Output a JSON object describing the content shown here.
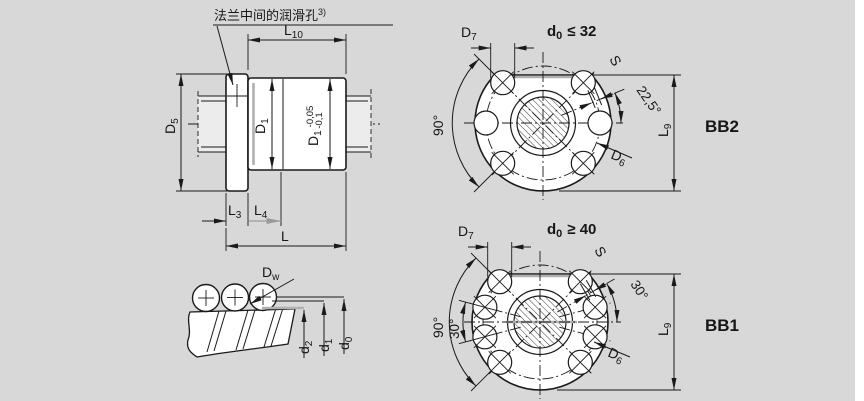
{
  "colors": {
    "background": "#d8d8d8",
    "line": "#1a1a1a",
    "highlight_gray": "#b0b0b0",
    "margin_strip": "#ffffff"
  },
  "note": {
    "text": "法兰中间的润滑孔",
    "sup": "3)"
  },
  "views": {
    "bb2": {
      "name": "BB2",
      "cond_base": "d",
      "cond_sub": "0",
      "cond_rest": "≤ 32"
    },
    "bb1": {
      "name": "BB1",
      "cond_base": "d",
      "cond_sub": "0",
      "cond_rest": "≥ 40"
    }
  },
  "labels": {
    "L10": {
      "base": "L",
      "sub": "10"
    },
    "D5": {
      "base": "D",
      "sub": "5"
    },
    "D1": {
      "base": "D",
      "sub": "1"
    },
    "D1tol": {
      "base": "D",
      "sub": "1",
      "tol_top": "-0,05",
      "tol_bot": "-0,1"
    },
    "L3": {
      "base": "L",
      "sub": "3"
    },
    "L4": {
      "base": "L",
      "sub": "4"
    },
    "L": {
      "base": "L"
    },
    "Dw": {
      "base": "D",
      "sub": "w"
    },
    "d0": {
      "base": "d",
      "sub": "0"
    },
    "d1": {
      "base": "d",
      "sub": "1"
    },
    "d2": {
      "base": "d",
      "sub": "2"
    },
    "D6": {
      "base": "D",
      "sub": "6"
    },
    "D7": {
      "base": "D",
      "sub": "7"
    },
    "L9": {
      "base": "L",
      "sub": "9"
    },
    "S": {
      "base": "S"
    },
    "deg90": "90°",
    "deg225": "22,5°",
    "deg30": "30°"
  }
}
